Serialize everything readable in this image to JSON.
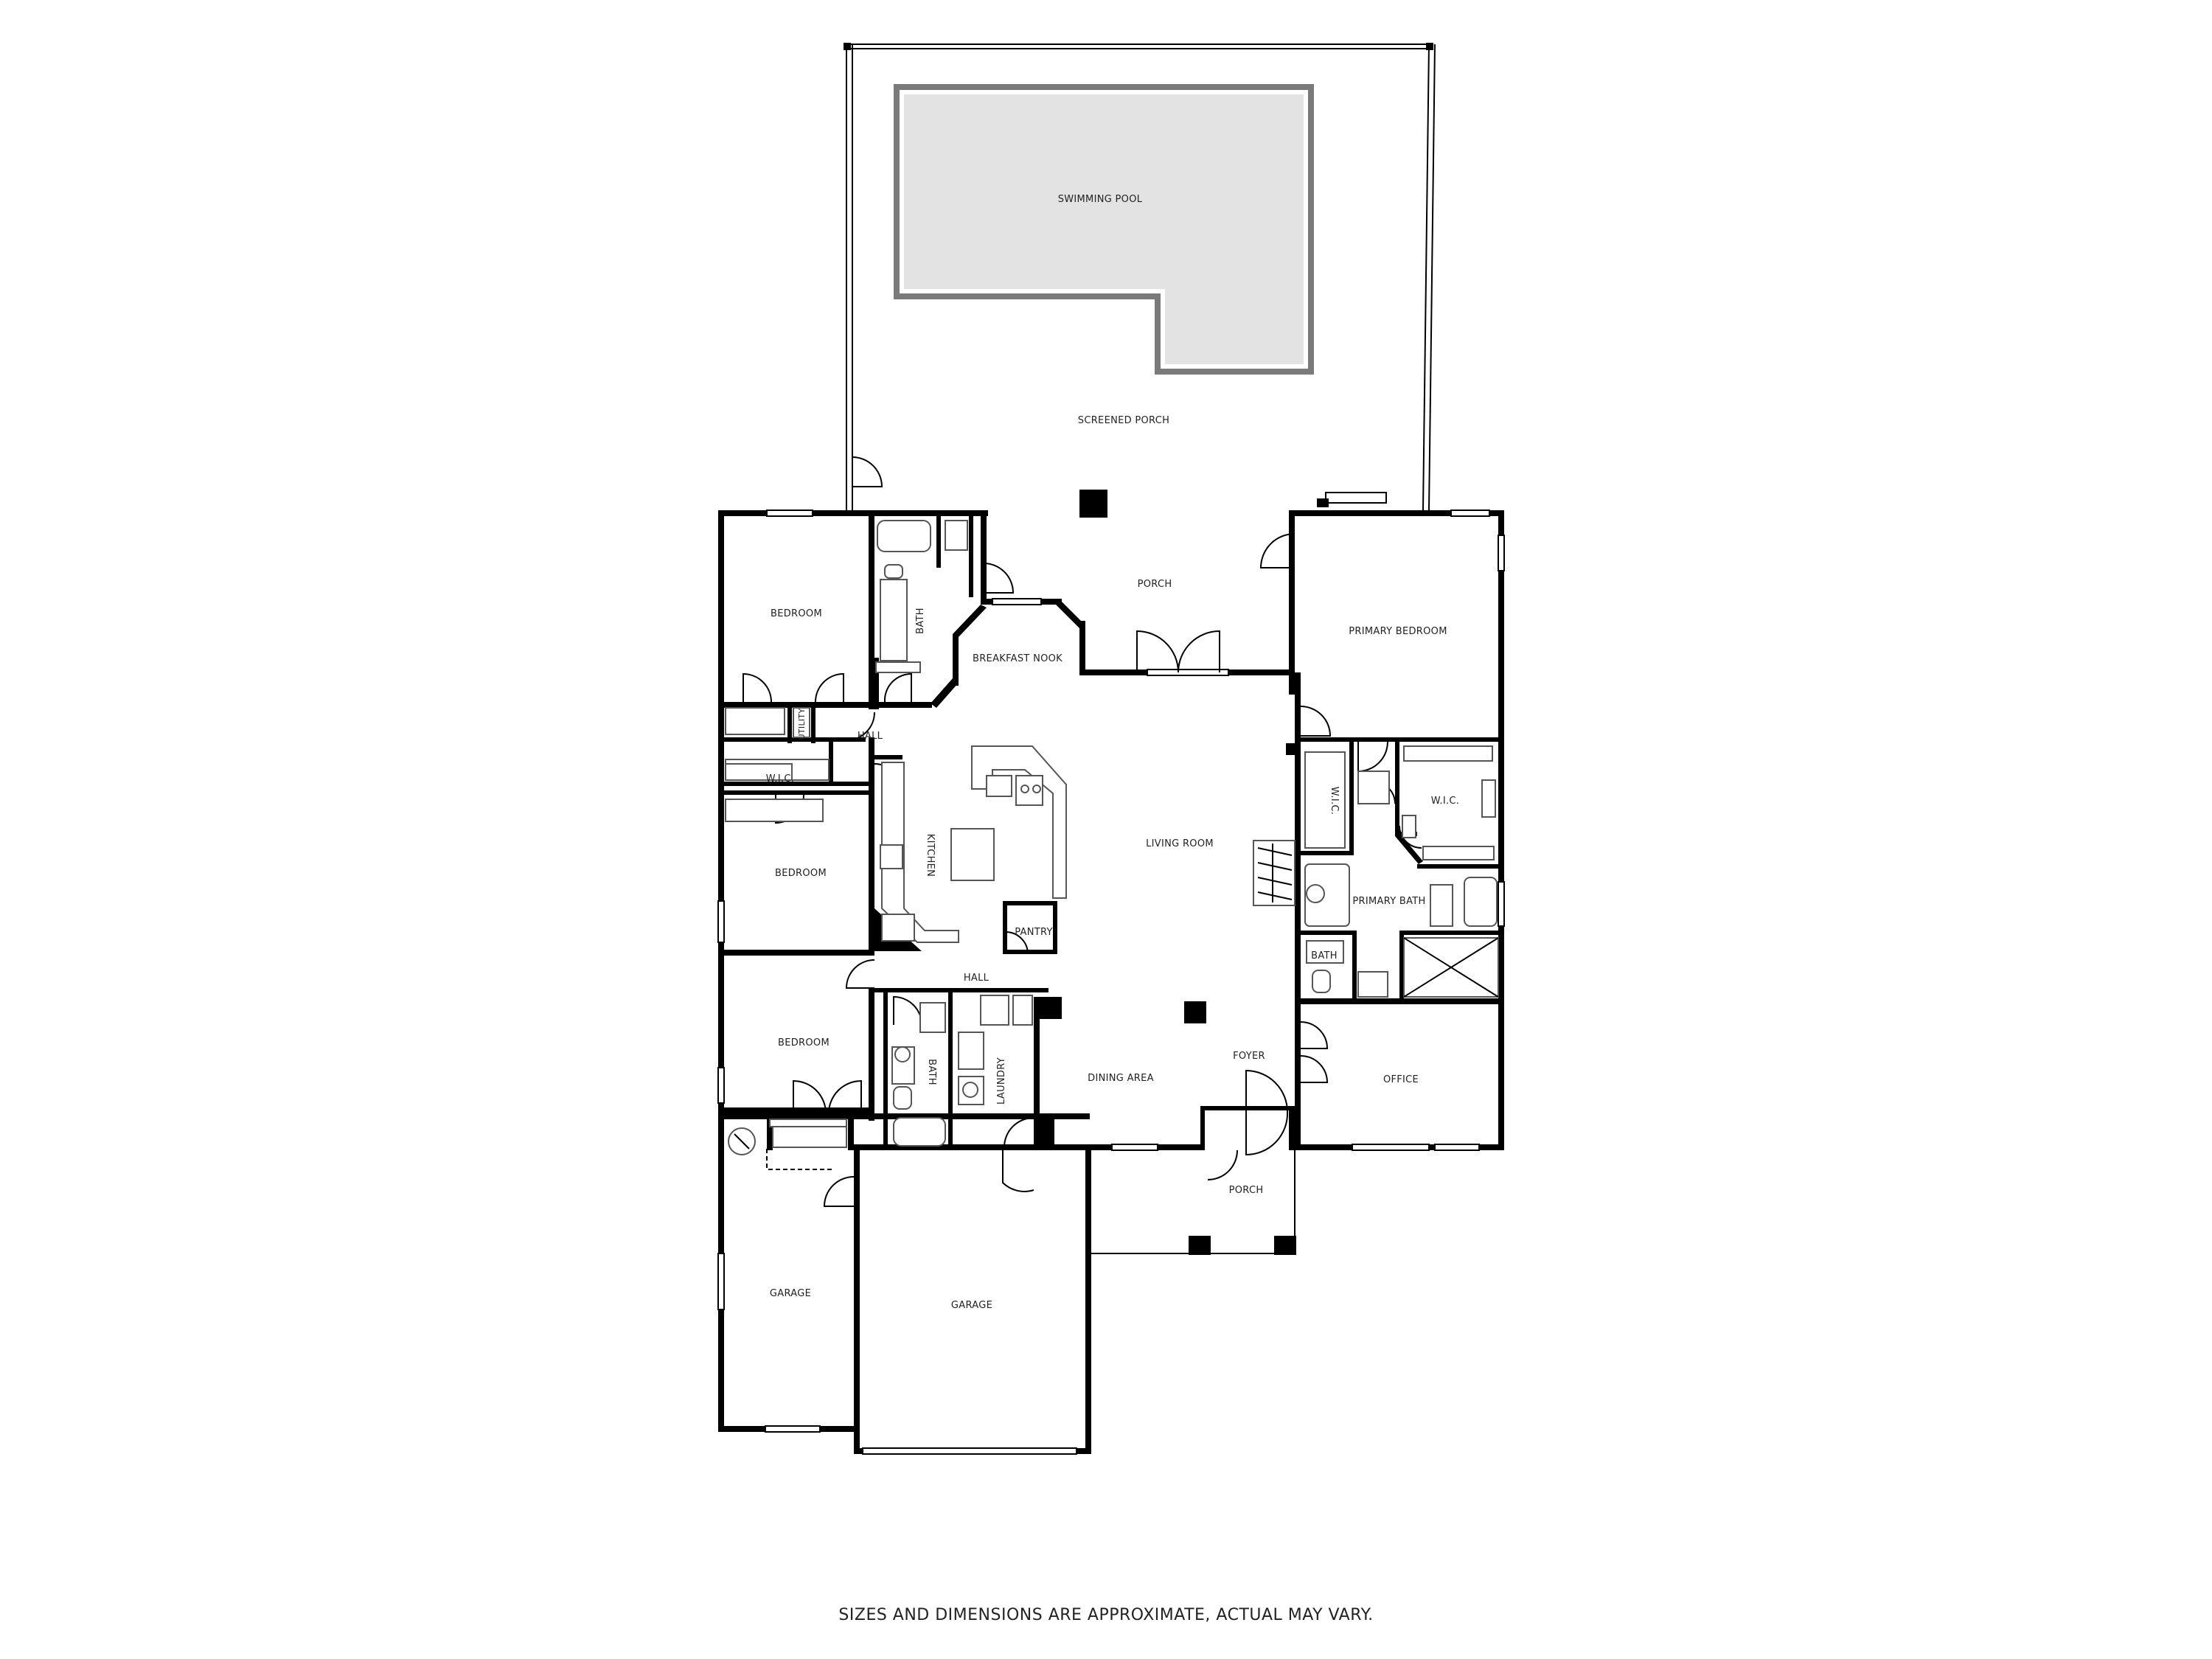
{
  "rooms": {
    "swimming_pool": "SWIMMING POOL",
    "screened_porch": "SCREENED PORCH",
    "porch_rear": "PORCH",
    "bedroom_1": "BEDROOM",
    "bath_1": "BATH",
    "breakfast_nook": "BREAKFAST NOOK",
    "primary_bedroom": "PRIMARY BEDROOM",
    "utility": "UTILITY",
    "hall_1": "HALL",
    "wic_1": "W.I.C.",
    "bedroom_2": "BEDROOM",
    "kitchen": "KITCHEN",
    "living_room": "LIVING ROOM",
    "wic_2": "W.I.C.",
    "wic_3": "W.I.C.",
    "primary_bath": "PRIMARY BATH",
    "pantry": "PANTRY",
    "hall_2": "HALL",
    "bath_2": "BATH",
    "bedroom_3": "BEDROOM",
    "bath_3": "BATH",
    "laundry": "LAUNDRY",
    "dining_area": "DINING AREA",
    "foyer": "FOYER",
    "office": "OFFICE",
    "porch_front": "PORCH",
    "garage_1": "GARAGE",
    "garage_2": "GARAGE"
  },
  "footer": {
    "disclaimer": "SIZES AND DIMENSIONS ARE APPROXIMATE, ACTUAL MAY VARY."
  },
  "colors": {
    "wall": "#000000",
    "pool_fill": "#e3e3e3",
    "background": "#ffffff"
  }
}
